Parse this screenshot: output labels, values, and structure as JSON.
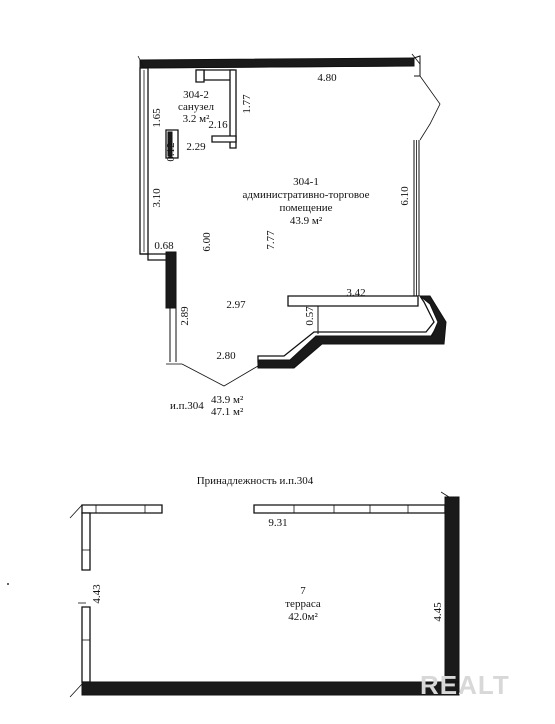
{
  "unit_304": {
    "room_2": {
      "number": "304-2",
      "name": "санузел",
      "area": "3.2 м²"
    },
    "room_1": {
      "number": "304-1",
      "name_line1": "административно-торговое",
      "name_line2": "помещение",
      "area": "43.9 м²"
    },
    "dims": {
      "top": "4.80",
      "right": "6.10",
      "left_upper": "1.65",
      "left_mid": "3.10",
      "left_lower": "2.89",
      "small_012": "0.12",
      "small_068": "0.68",
      "small_057": "0.57",
      "wc_inner": "1.77",
      "wc_216": "2.16",
      "d_229": "2.29",
      "d_600": "6.00",
      "d_777": "7.77",
      "d_297": "2.97",
      "d_342": "3.42",
      "d_280": "2.80"
    },
    "summary": {
      "prefix": "и.п.304",
      "area_1": "43.9 м²",
      "area_2": "47.1 м²"
    }
  },
  "terrace": {
    "heading": "Принадлежность и.п.304",
    "number": "7",
    "name": "терраса",
    "area": "42.0м²",
    "dims": {
      "top": "9.31",
      "left": "4.43",
      "right": "4.45"
    }
  },
  "watermark": "REALT"
}
